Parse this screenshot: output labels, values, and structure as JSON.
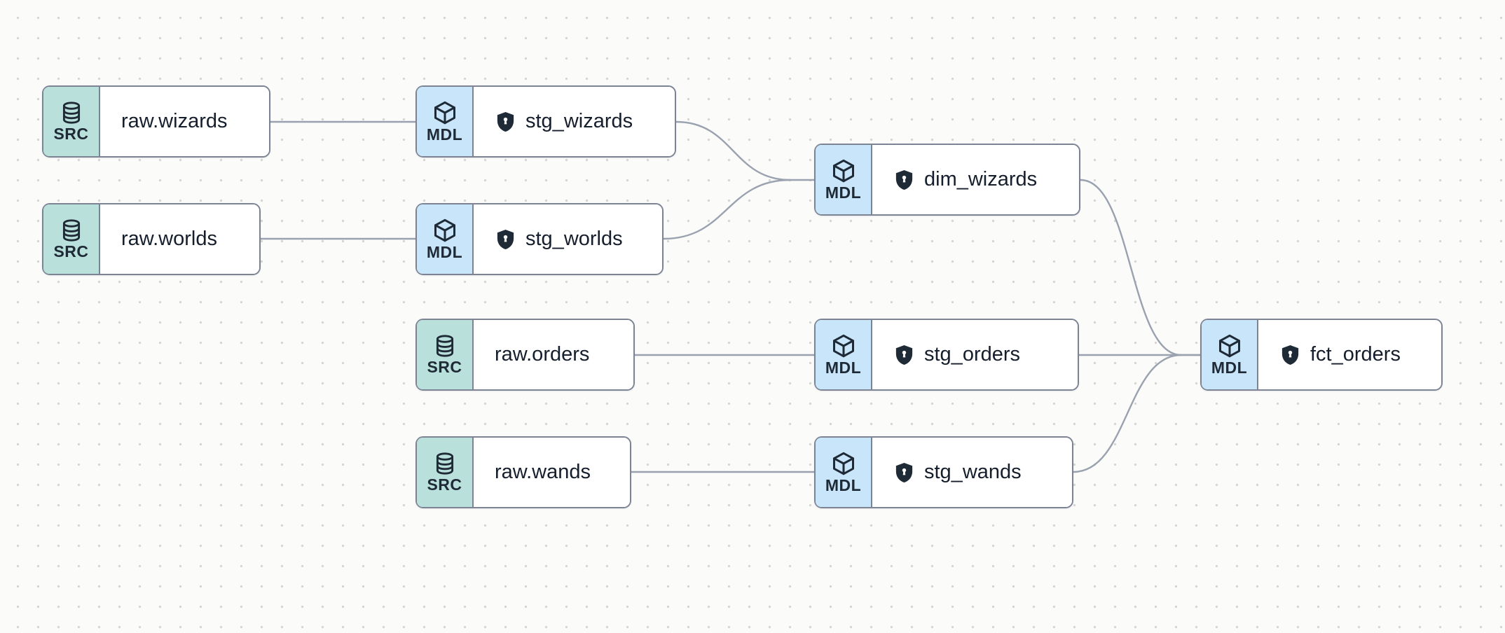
{
  "app": {
    "view": "data-lineage-graph",
    "background_color": "#fbfbfa",
    "dot_grid_color": "#d5d5d3",
    "edge_color": "#9aa2b0",
    "node_border_color": "#7c8494",
    "source_badge_bg": "#b9e0da",
    "model_badge_bg": "#c9e5f9",
    "badge_text_color": "#1f2a37"
  },
  "node_types": {
    "source": {
      "badge": "SRC",
      "icon": "database-icon"
    },
    "model": {
      "badge": "MDL",
      "icon": "cube-icon"
    }
  },
  "nodes": [
    {
      "id": "raw_wizards",
      "label": "raw.wizards",
      "badge": "SRC",
      "type": "source",
      "shield": false
    },
    {
      "id": "raw_worlds",
      "label": "raw.worlds",
      "badge": "SRC",
      "type": "source",
      "shield": false
    },
    {
      "id": "stg_wizards",
      "label": "stg_wizards",
      "badge": "MDL",
      "type": "model",
      "shield": true
    },
    {
      "id": "stg_worlds",
      "label": "stg_worlds",
      "badge": "MDL",
      "type": "model",
      "shield": true
    },
    {
      "id": "dim_wizards",
      "label": "dim_wizards",
      "badge": "MDL",
      "type": "model",
      "shield": true
    },
    {
      "id": "raw_orders",
      "label": "raw.orders",
      "badge": "SRC",
      "type": "source",
      "shield": false
    },
    {
      "id": "raw_wands",
      "label": "raw.wands",
      "badge": "SRC",
      "type": "source",
      "shield": false
    },
    {
      "id": "stg_orders",
      "label": "stg_orders",
      "badge": "MDL",
      "type": "model",
      "shield": true
    },
    {
      "id": "stg_wands",
      "label": "stg_wands",
      "badge": "MDL",
      "type": "model",
      "shield": true
    },
    {
      "id": "fct_orders",
      "label": "fct_orders",
      "badge": "MDL",
      "type": "model",
      "shield": true
    }
  ],
  "edges": [
    {
      "from": "raw_wizards",
      "to": "stg_wizards"
    },
    {
      "from": "raw_worlds",
      "to": "stg_worlds"
    },
    {
      "from": "stg_wizards",
      "to": "dim_wizards"
    },
    {
      "from": "stg_worlds",
      "to": "dim_wizards"
    },
    {
      "from": "raw_orders",
      "to": "stg_orders"
    },
    {
      "from": "raw_wands",
      "to": "stg_wands"
    },
    {
      "from": "dim_wizards",
      "to": "fct_orders"
    },
    {
      "from": "stg_orders",
      "to": "fct_orders"
    },
    {
      "from": "stg_wands",
      "to": "fct_orders"
    }
  ]
}
